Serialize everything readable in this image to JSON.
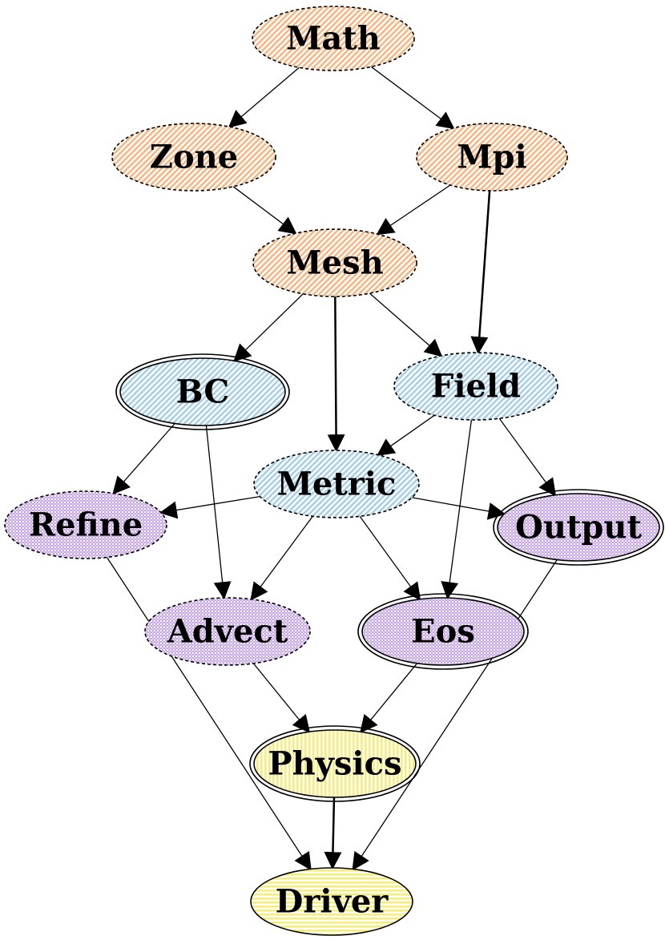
{
  "diagram": {
    "colors": {
      "orange": "#f7b785",
      "blue": "#a9cfe8",
      "purple": "#c7a4e6",
      "yellow": "#f6ee7a",
      "fill_base": "#ffffff",
      "stroke": "#000000"
    },
    "nodes": [
      {
        "id": "math",
        "label": "Math",
        "color": "orange",
        "pattern": "diag",
        "border": "dashed"
      },
      {
        "id": "zone",
        "label": "Zone",
        "color": "orange",
        "pattern": "diag",
        "border": "dashed"
      },
      {
        "id": "mpi",
        "label": "Mpi",
        "color": "orange",
        "pattern": "diag",
        "border": "dashed"
      },
      {
        "id": "mesh",
        "label": "Mesh",
        "color": "orange",
        "pattern": "diag",
        "border": "dashed"
      },
      {
        "id": "bc",
        "label": "BC",
        "color": "blue",
        "pattern": "diag",
        "border": "double"
      },
      {
        "id": "field",
        "label": "Field",
        "color": "blue",
        "pattern": "diag",
        "border": "dashed"
      },
      {
        "id": "metric",
        "label": "Metric",
        "color": "blue",
        "pattern": "diag",
        "border": "dashed"
      },
      {
        "id": "refine",
        "label": "Refine",
        "color": "purple",
        "pattern": "dots",
        "border": "dashed"
      },
      {
        "id": "output",
        "label": "Output",
        "color": "purple",
        "pattern": "dots",
        "border": "double"
      },
      {
        "id": "advect",
        "label": "Advect",
        "color": "purple",
        "pattern": "dots",
        "border": "dashed"
      },
      {
        "id": "eos",
        "label": "Eos",
        "color": "purple",
        "pattern": "dots",
        "border": "double"
      },
      {
        "id": "physics",
        "label": "Physics",
        "color": "yellow",
        "pattern": "vlines",
        "border": "double"
      },
      {
        "id": "driver",
        "label": "Driver",
        "color": "yellow",
        "pattern": "hlines",
        "border": "solid"
      }
    ],
    "edges": [
      {
        "from": "math",
        "to": "zone",
        "style": "thin"
      },
      {
        "from": "math",
        "to": "mpi",
        "style": "thin"
      },
      {
        "from": "zone",
        "to": "mesh",
        "style": "thin"
      },
      {
        "from": "mpi",
        "to": "mesh",
        "style": "thin"
      },
      {
        "from": "mpi",
        "to": "field",
        "style": "thick"
      },
      {
        "from": "mesh",
        "to": "bc",
        "style": "thin"
      },
      {
        "from": "mesh",
        "to": "metric",
        "style": "thick"
      },
      {
        "from": "mesh",
        "to": "field",
        "style": "thin"
      },
      {
        "from": "bc",
        "to": "refine",
        "style": "thin"
      },
      {
        "from": "bc",
        "to": "advect",
        "style": "thin"
      },
      {
        "from": "field",
        "to": "metric",
        "style": "thin"
      },
      {
        "from": "field",
        "to": "eos",
        "style": "thin"
      },
      {
        "from": "field",
        "to": "output",
        "style": "thin"
      },
      {
        "from": "metric",
        "to": "refine",
        "style": "thin"
      },
      {
        "from": "metric",
        "to": "advect",
        "style": "thin"
      },
      {
        "from": "metric",
        "to": "eos",
        "style": "thin"
      },
      {
        "from": "metric",
        "to": "output",
        "style": "thin"
      },
      {
        "from": "refine",
        "to": "driver",
        "style": "thin"
      },
      {
        "from": "output",
        "to": "driver",
        "style": "thin"
      },
      {
        "from": "advect",
        "to": "physics",
        "style": "thin"
      },
      {
        "from": "eos",
        "to": "physics",
        "style": "thin"
      },
      {
        "from": "physics",
        "to": "driver",
        "style": "thick"
      }
    ]
  }
}
